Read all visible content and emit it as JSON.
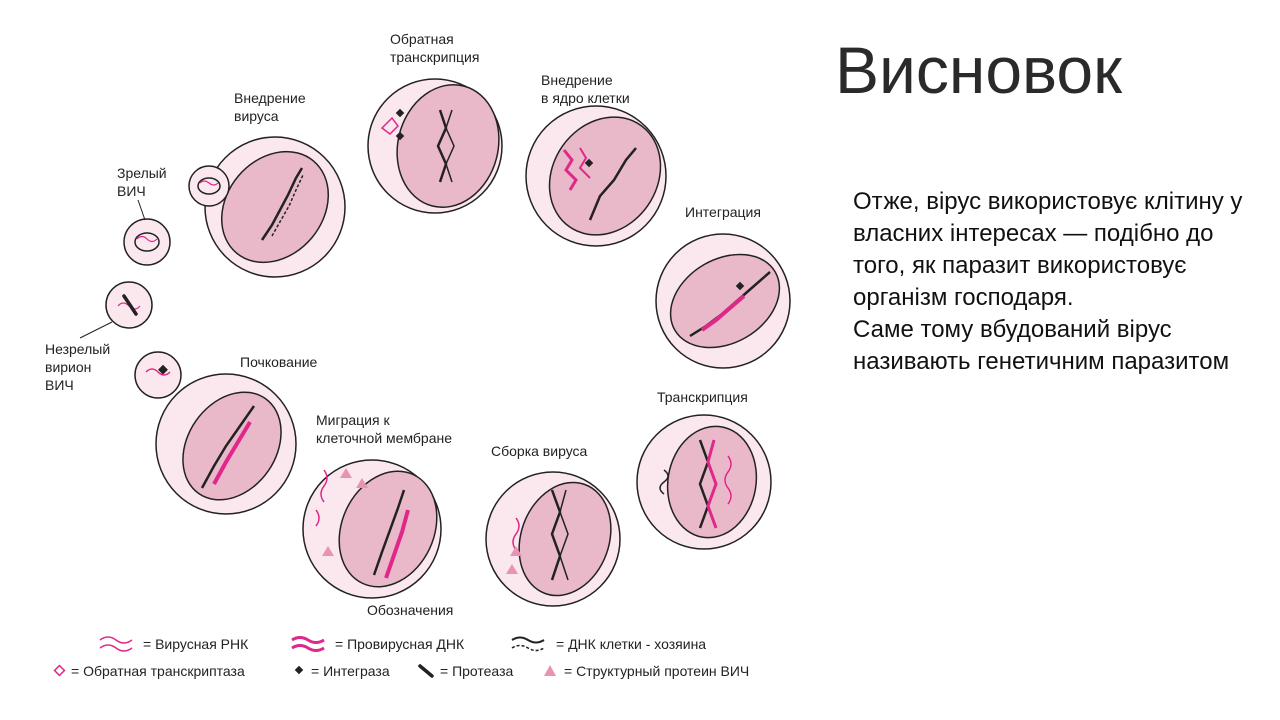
{
  "slide": {
    "title": "Висновок",
    "paragraphs": [
      "Отже, вірус використовує клітину у власних інтересах — подібно до того, як паразит використовує організм господаря.",
      "Саме тому вбудований вірус називають генетичним паразитом"
    ]
  },
  "diagram": {
    "labels": {
      "reverse_transcription": [
        "Обратная",
        "транскрипция"
      ],
      "virus_entry": [
        "Внедрение",
        "вируса"
      ],
      "nucleus_entry": [
        "Внедрение",
        "в ядро клетки"
      ],
      "mature_hiv": [
        "Зрелый",
        "ВИЧ"
      ],
      "integration": [
        "Интеграция"
      ],
      "immature_virion": [
        "Незрелый",
        "вирион",
        "ВИЧ"
      ],
      "budding": [
        "Почкование"
      ],
      "migration": [
        "Миграция к",
        "клеточной мембране"
      ],
      "assembly": [
        "Сборка вируса"
      ],
      "transcription": [
        "Транскрипция"
      ]
    },
    "legend": {
      "title": "Обозначения",
      "items": [
        "= Вирусная РНК",
        "= Провирусная ДНК",
        "= ДНК клетки - хозяина",
        "= Обратная транскриптаза",
        "= Интеграза",
        "= Протеаза",
        "= Структурный протеин ВИЧ"
      ]
    },
    "colors": {
      "cell_fill": "#fbe8ef",
      "nucleus_fill": "#e9b9ca",
      "outline": "#222222",
      "viral": "#e0288a",
      "protein": "#e893b4"
    }
  }
}
